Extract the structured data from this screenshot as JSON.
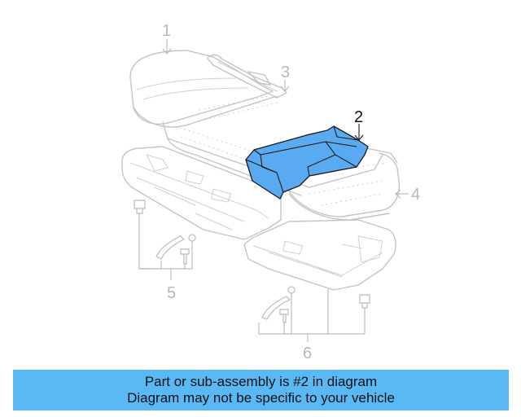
{
  "diagram": {
    "callouts": {
      "part_1": "1",
      "part_2": "2",
      "part_3": "3",
      "part_4": "4",
      "part_5": "5",
      "part_6": "6"
    },
    "highlight_color": "#5aaaf2"
  },
  "banner": {
    "line1": "Part or sub-assembly is #2 in diagram",
    "line2": "Diagram may not be specific to your vehicle",
    "background": "#5ab8f5"
  }
}
